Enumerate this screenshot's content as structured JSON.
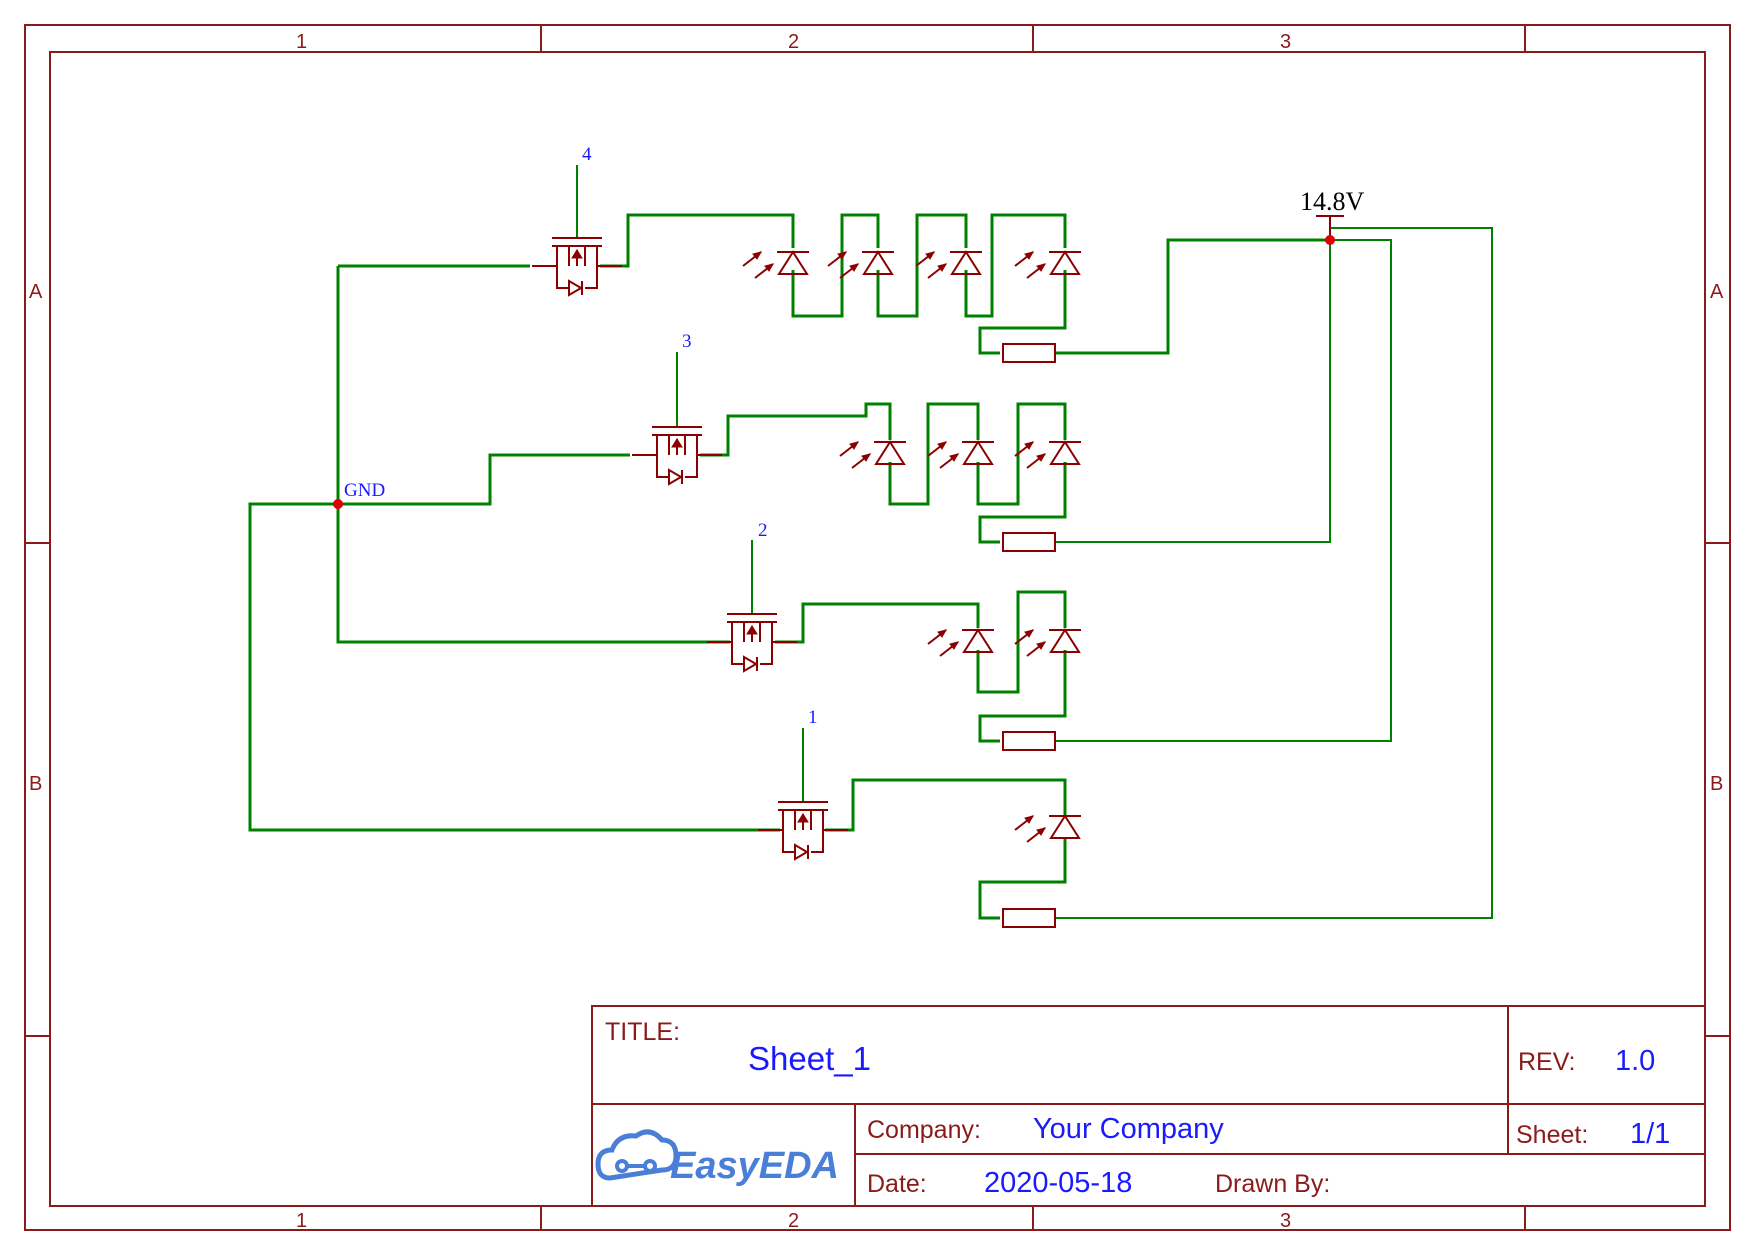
{
  "zones": {
    "columns": [
      "1",
      "2",
      "3"
    ],
    "rows": [
      "A",
      "B"
    ]
  },
  "nets": {
    "gnd": "GND",
    "power": "14.8V",
    "gate_1": "1",
    "gate_2": "2",
    "gate_3": "3",
    "gate_4": "4"
  },
  "title_block": {
    "title_label": "TITLE:",
    "title_value": "Sheet_1",
    "rev_label": "REV:",
    "rev_value": "1.0",
    "company_label": "Company:",
    "company_value": "Your Company",
    "sheet_label": "Sheet:",
    "sheet_value": "1/1",
    "date_label": "Date:",
    "date_value": "2020-05-18",
    "drawn_by_label": "Drawn By:",
    "logo_text": "EasyEDA"
  },
  "colors": {
    "frame": "#8b1a1a",
    "component": "#8b0000",
    "wire": "#008000",
    "net_label": "#1a1aff",
    "junction": "#e00000",
    "logo": "#4a7fd8"
  }
}
